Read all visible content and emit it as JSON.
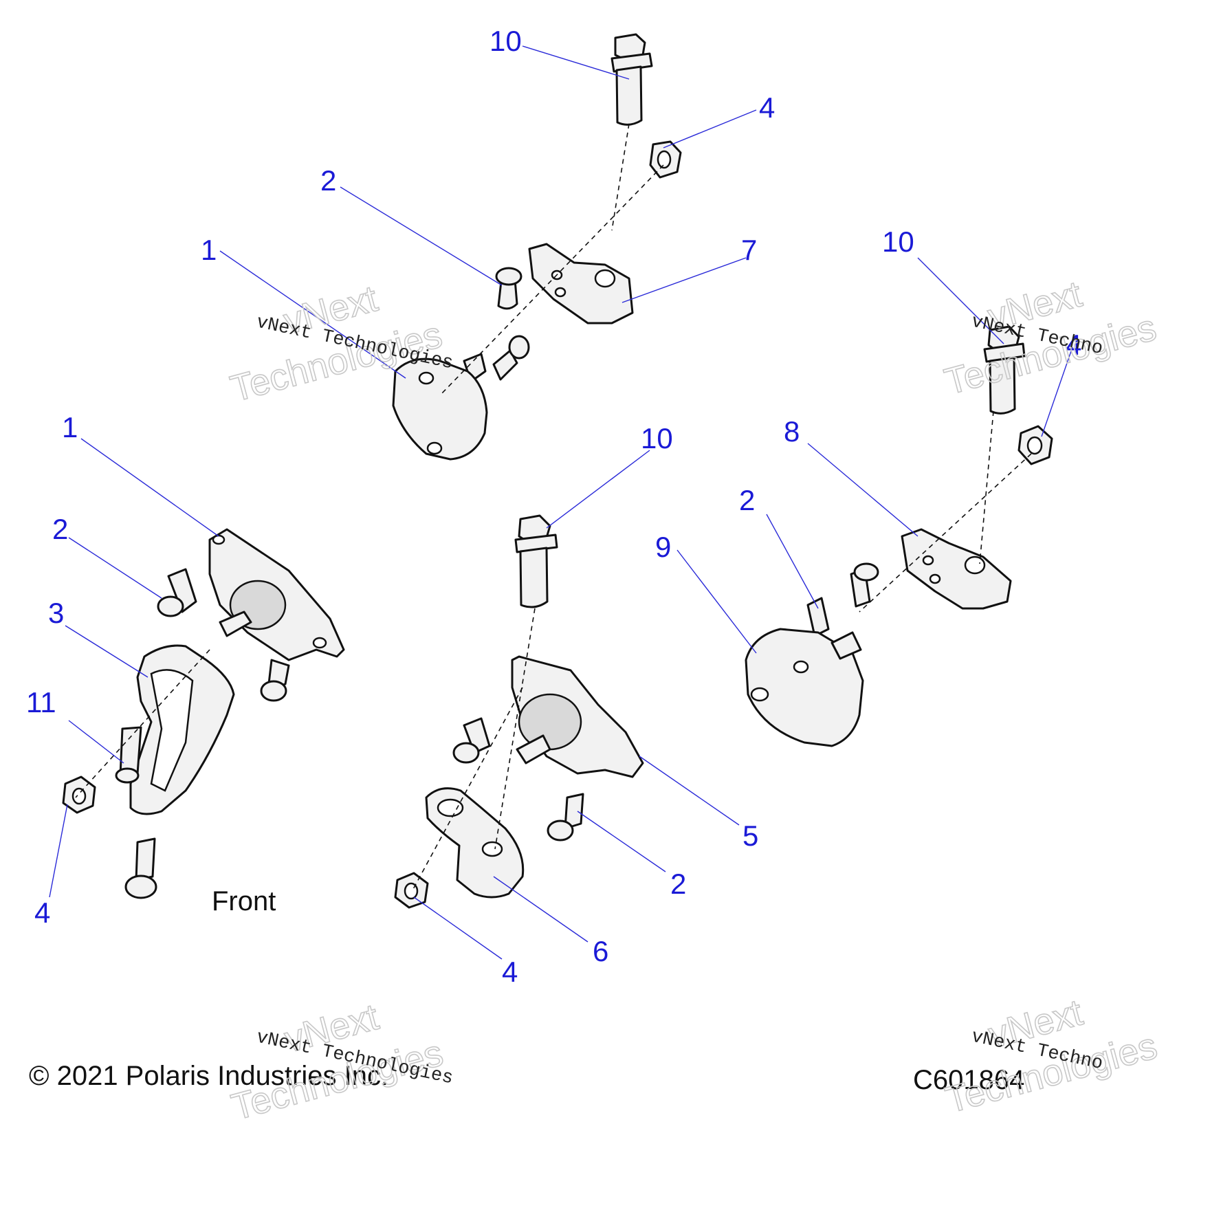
{
  "callouts": [
    {
      "label": "10"
    },
    {
      "label": "4"
    },
    {
      "label": "2"
    },
    {
      "label": "1"
    },
    {
      "label": "7"
    },
    {
      "label": "10"
    },
    {
      "label": "4"
    },
    {
      "label": "1"
    },
    {
      "label": "2"
    },
    {
      "label": "3"
    },
    {
      "label": "11"
    },
    {
      "label": "4"
    },
    {
      "label": "10"
    },
    {
      "label": "8"
    },
    {
      "label": "2"
    },
    {
      "label": "9"
    },
    {
      "label": "5"
    },
    {
      "label": "2"
    },
    {
      "label": "6"
    },
    {
      "label": "4"
    }
  ],
  "front_label": "Front",
  "copyright": "© 2021 Polaris Industries Inc.",
  "diagram_code": "C601864",
  "watermark": {
    "line1": "vNext",
    "line2": "Technologies",
    "inline": "vNext Technologies",
    "inline_right": "vNext Techno"
  },
  "colors": {
    "callout": "#1a1ad6",
    "leader": "#2a2ad8",
    "part_fill": "#f2f2f2",
    "outline": "#111111"
  }
}
